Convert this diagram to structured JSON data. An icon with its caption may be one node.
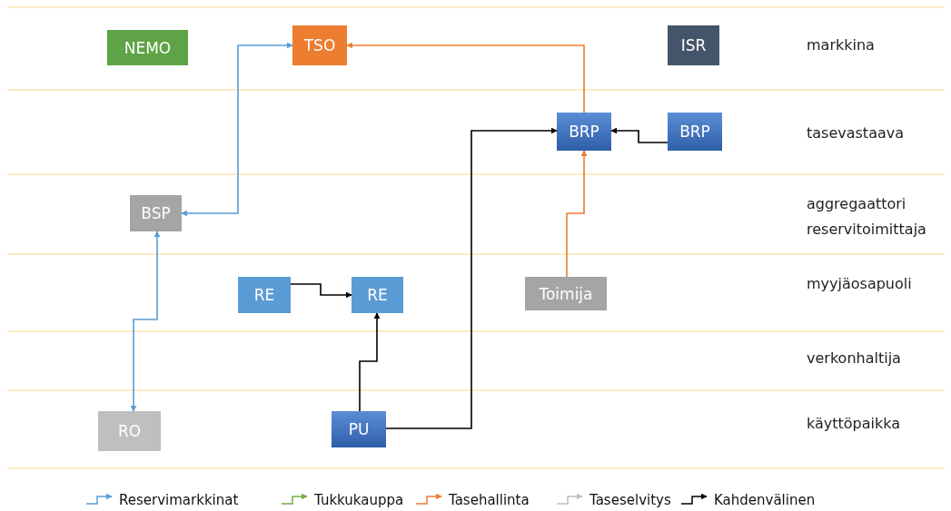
{
  "diagram": {
    "nodes": [
      {
        "text": [
          "NEMO"
        ]
      },
      {
        "text": [
          "TSO"
        ]
      },
      {
        "text": [
          "ISR"
        ]
      },
      {
        "text": [
          "BRP"
        ]
      },
      {
        "text": [
          "BRP"
        ]
      },
      {
        "text": [
          "BSP"
        ]
      },
      {
        "text": [
          "RE"
        ]
      },
      {
        "text": [
          "RE"
        ]
      },
      {
        "text": [
          "Toimija"
        ]
      },
      {
        "text": [
          "PU"
        ]
      },
      {
        "text": [
          "RO"
        ]
      }
    ],
    "edges": [
      {
        "from": 5,
        "to": 1,
        "arrow": "both",
        "color": "#5b9bd5"
      },
      {
        "from": 10,
        "to": 5,
        "arrow": "both",
        "color": "#5b9bd5"
      },
      {
        "from": 3,
        "to": 1,
        "arrow": "to",
        "color": "#ed7d31"
      },
      {
        "from": 8,
        "to": 3,
        "arrow": "to",
        "color": "#ed7d31"
      },
      {
        "from": 4,
        "to": 3,
        "arrow": "to"
      },
      {
        "from": 6,
        "to": 7,
        "arrow": "to"
      },
      {
        "from": 9,
        "to": 7,
        "arrow": "to"
      },
      {
        "from": 9,
        "to": 3,
        "arrow": "to"
      }
    ],
    "labels": [
      "markkina",
      "tasevastaava",
      "aggregaattori reservitoimittaja",
      "myyjäosapuoli",
      "verkonhaltija",
      "käyttöpaikka"
    ],
    "legend": [
      {
        "text": "Reservimarkkinat",
        "color": "#5b9bd5"
      },
      {
        "text": "Tukkukauppa",
        "color": "#70ad47"
      },
      {
        "text": "Tasehallinta",
        "color": "#ed7d31"
      },
      {
        "text": "Taseselvitys",
        "color": "#bfbfbf"
      },
      {
        "text": "Kahdenvälinen",
        "color": "#000000"
      }
    ]
  }
}
